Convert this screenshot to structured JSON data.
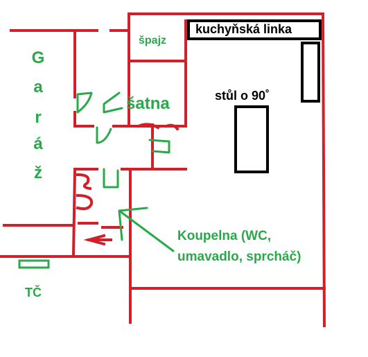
{
  "labels": {
    "spajz": "špajz",
    "kitchen": "kuchyňská linka",
    "satna": "šatna",
    "table": "stůl o 90˚",
    "bathroom_line1": "Koupelna (WC,",
    "bathroom_line2": "umavadlo, sprcháč)",
    "tc": "TČ"
  },
  "garage_letters": [
    "G",
    "a",
    "r",
    "á",
    "ž"
  ],
  "colors": {
    "walls": "#d0202a",
    "annotations": "#2aa84a",
    "furniture": "#000000"
  }
}
